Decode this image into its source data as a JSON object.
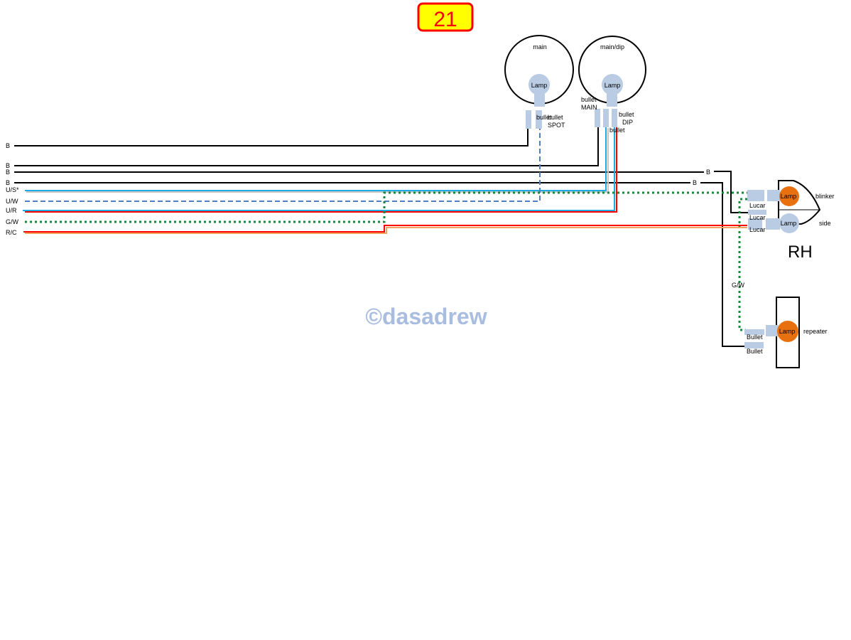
{
  "page_number": "21",
  "watermark": "©dasadrew",
  "colors": {
    "black": "#000000",
    "light_blue": "#1eaae6",
    "dash_blue": "#4f7fbf",
    "red": "#ff0000",
    "green": "#138a3c",
    "orange": "#f2a25c",
    "lamp_orange": "#e8700f",
    "connector": "#b9cce4",
    "badge_fill": "#ffff00",
    "badge_border": "#ff0000"
  },
  "wire_labels": [
    "B",
    "B",
    "B",
    "B",
    "U/S*",
    "U/W",
    "U/R",
    "G/W",
    "R/C"
  ],
  "headlamps": [
    {
      "title": "main",
      "lamp": "Lamp",
      "connector_label": "bullet",
      "connector_label2": "bullet",
      "connector_label3": "SPOT"
    },
    {
      "title": "main/dip",
      "lamp": "Lamp",
      "connector_main": "bullet",
      "connector_main2": "MAIN",
      "connector_dip": "bullet",
      "connector_dip2": "DIP",
      "connector_bullet": "bullet"
    }
  ],
  "rh_unit": {
    "title": "RH",
    "blinker_label": "blinker",
    "side_label": "side",
    "lamp1": "Lamp",
    "lamp2": "Lamp",
    "lucar1": "Lucar",
    "lucar2": "Lucar",
    "lucar3": "Lucar",
    "b_label1": "B",
    "b_label2": "B",
    "gw_label": "G/W"
  },
  "repeater": {
    "label": "repeater",
    "lamp": "Lamp",
    "bullet1": "Bullet",
    "bullet2": "Bullet"
  }
}
